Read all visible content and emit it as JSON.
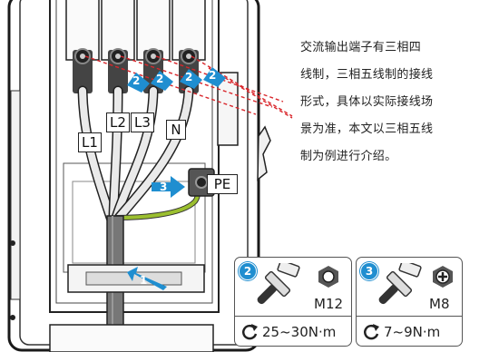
{
  "wire_labels": {
    "l1": "L1",
    "l2": "L2",
    "l3": "L3",
    "n": "N",
    "pe": "PE"
  },
  "step_markers": {
    "first": "1",
    "second": "2",
    "third": "3"
  },
  "note_lines": [
    "交流输出端子有三相四",
    "线制，三相五线制的接线",
    "形式，具体以实际接线场",
    "景为准，本文以三相五线",
    "制为例进行介绍。"
  ],
  "tool_cards": [
    {
      "step": "2",
      "bolt_size": "M12",
      "torque": "25~30N·m",
      "head_icon": "nut-hex-icon"
    },
    {
      "step": "3",
      "bolt_size": "M8",
      "torque": "7~9N·m",
      "head_icon": "cross-screw-icon"
    }
  ],
  "colors": {
    "step_blue": "#1f8ed0",
    "leader_red": "#d9262b",
    "pe_wire": "#9bbf2f"
  }
}
